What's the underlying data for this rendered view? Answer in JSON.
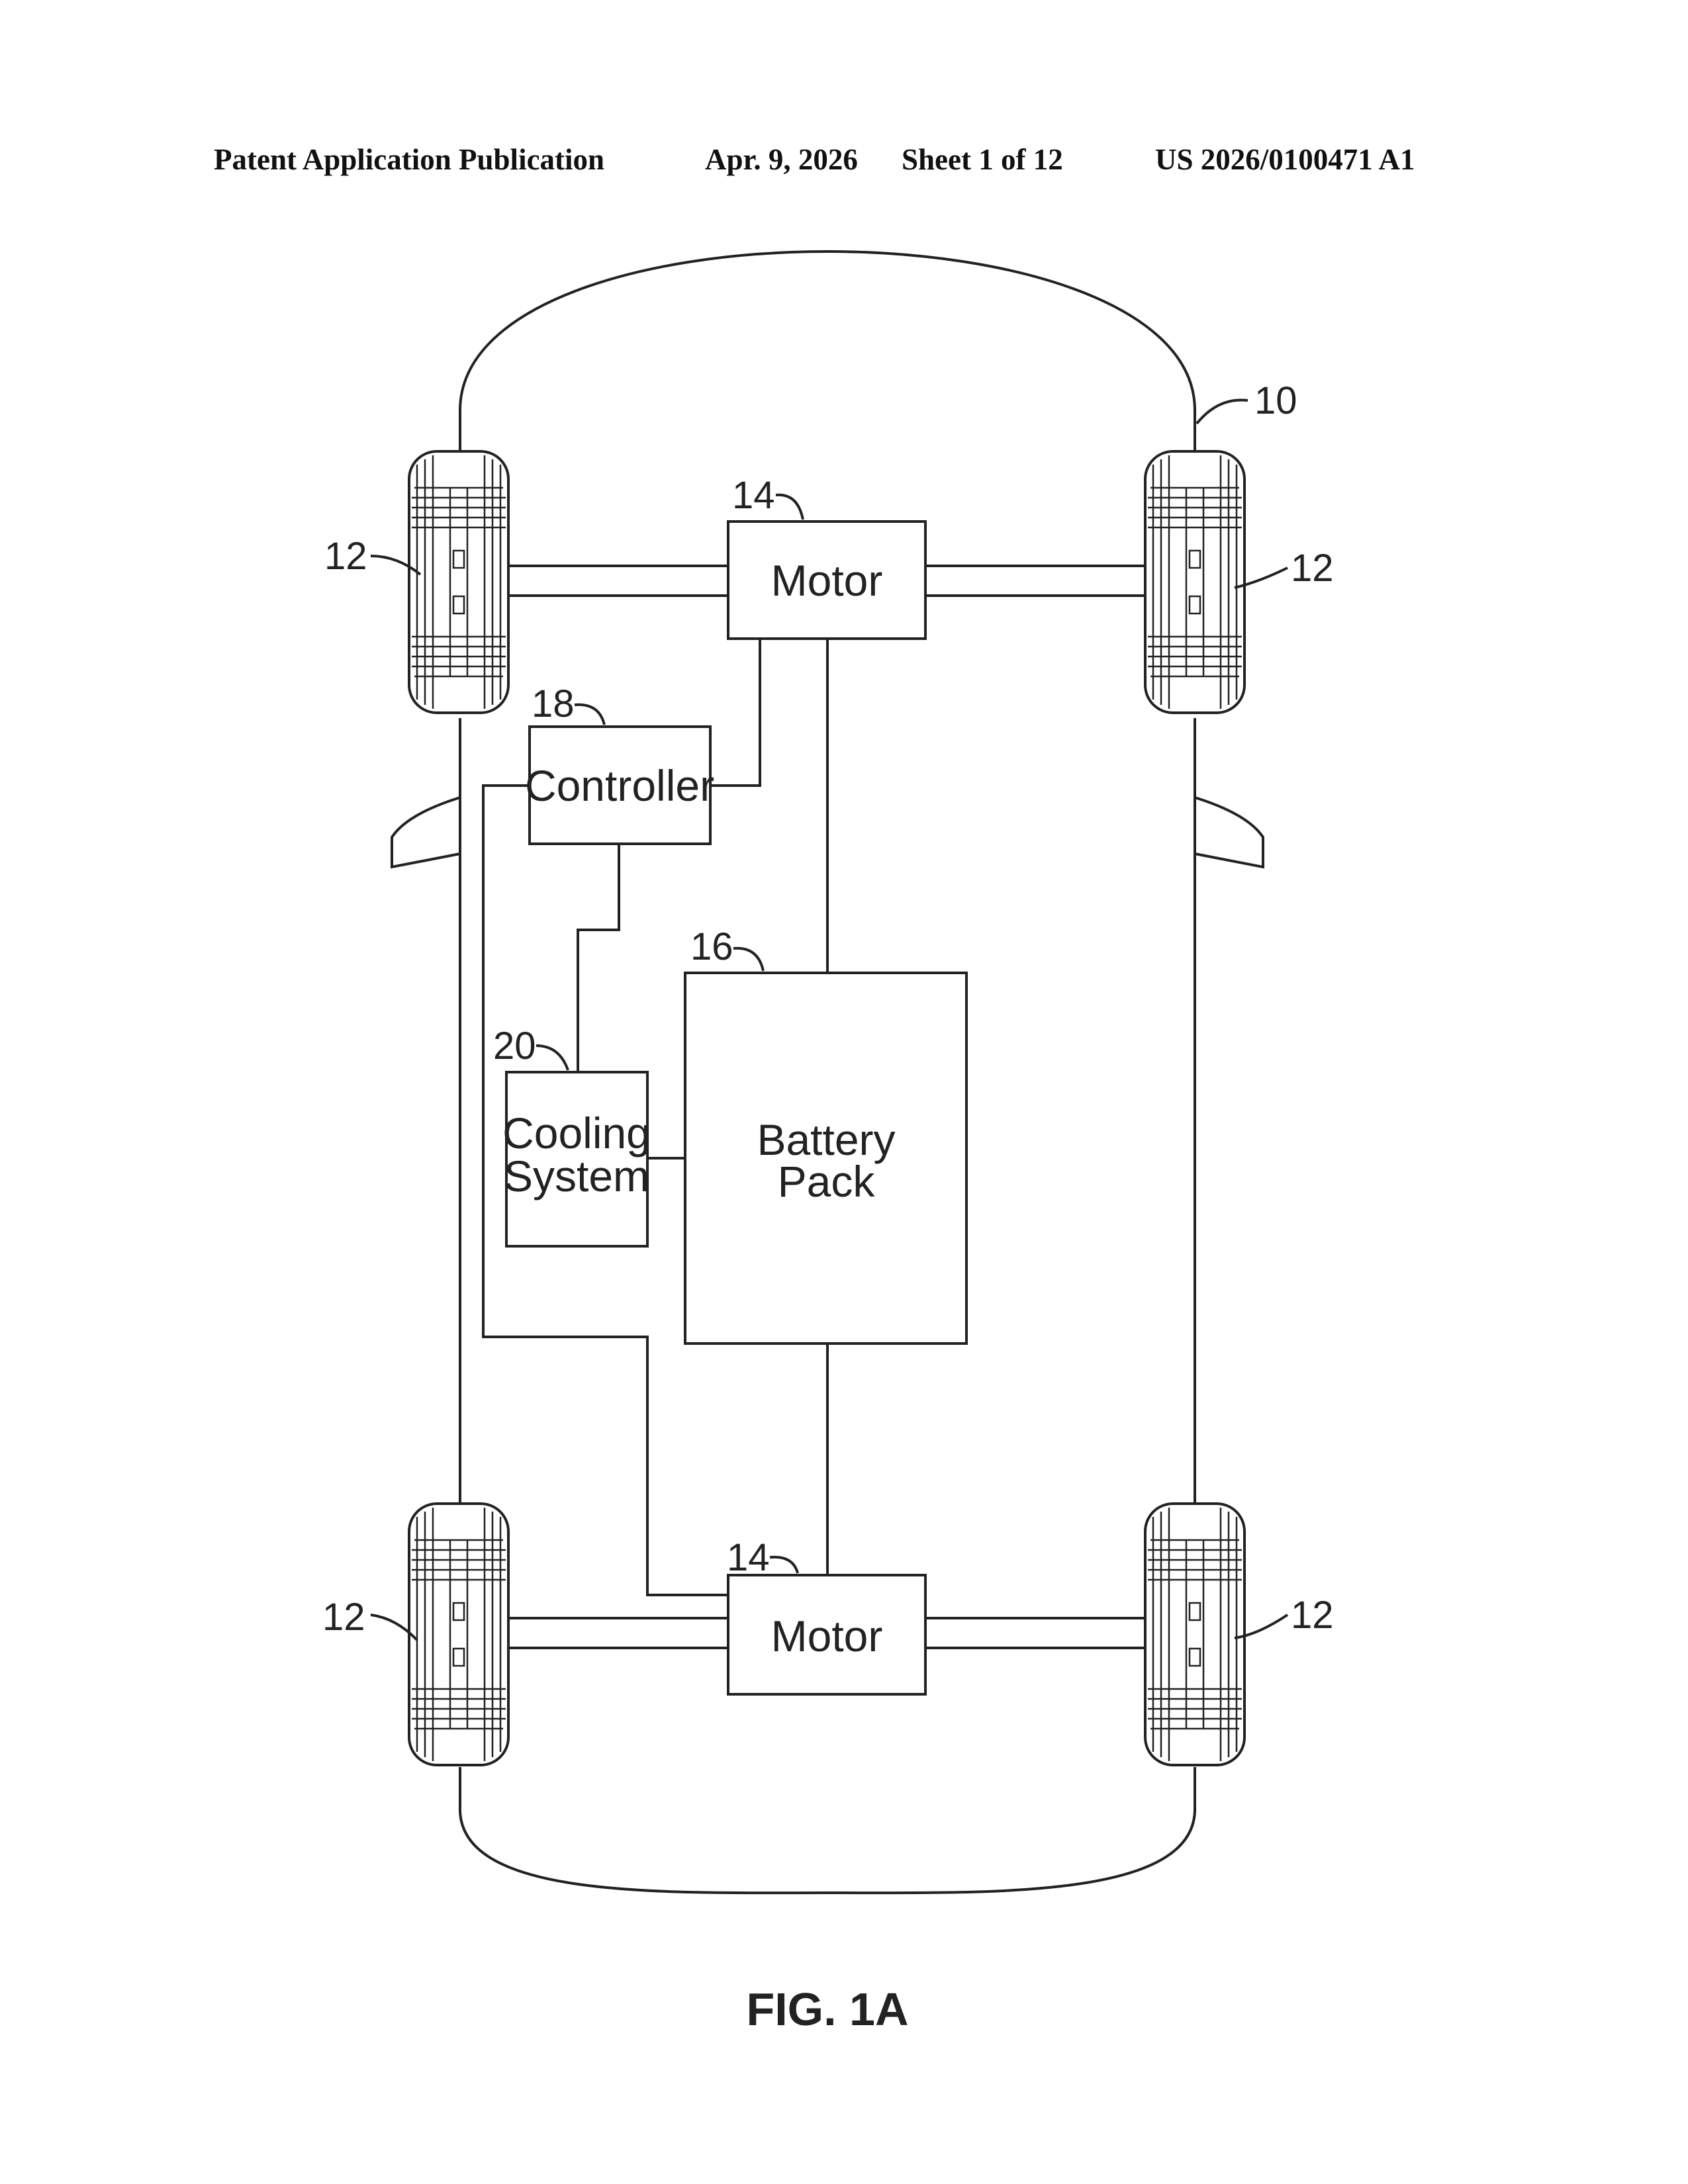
{
  "header": {
    "publication": "Patent Application Publication",
    "date": "Apr. 9, 2026",
    "sheet": "Sheet 1 of 12",
    "number": "US 2026/0100471 A1"
  },
  "figure": {
    "caption": "FIG. 1A",
    "vehicle_ref": "10",
    "wheel_ref": "12",
    "motor_ref": "14",
    "battery_ref": "16",
    "controller_ref": "18",
    "cooling_ref": "20"
  },
  "blocks": {
    "motor_label": "Motor",
    "controller_label": "Controller",
    "cooling_line1": "Cooling",
    "cooling_line2": "System",
    "battery_line1": "Battery",
    "battery_line2": "Pack"
  },
  "colors": {
    "ink": "#222222",
    "paper": "#ffffff"
  }
}
